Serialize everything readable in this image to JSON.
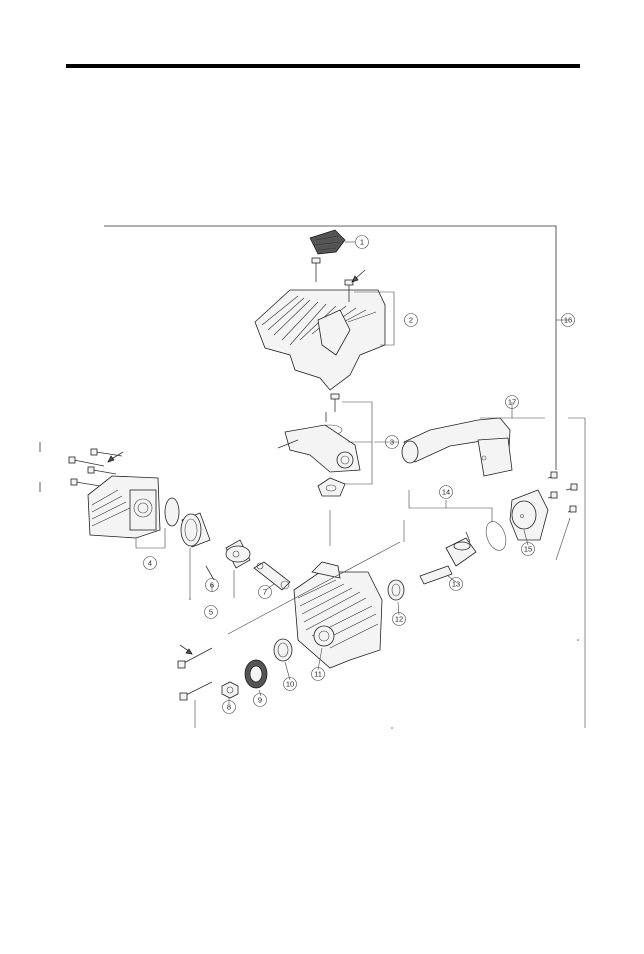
{
  "callouts": [
    {
      "id": "1",
      "label": "1"
    },
    {
      "id": "2",
      "label": "2"
    },
    {
      "id": "3",
      "label": "3"
    },
    {
      "id": "4",
      "label": "4"
    },
    {
      "id": "5",
      "label": "5"
    },
    {
      "id": "6",
      "label": "6"
    },
    {
      "id": "7",
      "label": "7"
    },
    {
      "id": "8",
      "label": "8"
    },
    {
      "id": "9",
      "label": "9"
    },
    {
      "id": "10",
      "label": "10"
    },
    {
      "id": "11",
      "label": "11"
    },
    {
      "id": "12",
      "label": "12"
    },
    {
      "id": "13",
      "label": "13"
    },
    {
      "id": "14",
      "label": "14"
    },
    {
      "id": "15",
      "label": "15"
    },
    {
      "id": "16",
      "label": "16"
    },
    {
      "id": "17",
      "label": "17"
    }
  ],
  "colors": {
    "line": "#333333",
    "rule": "#000000",
    "fill": "#f4f4f4"
  }
}
